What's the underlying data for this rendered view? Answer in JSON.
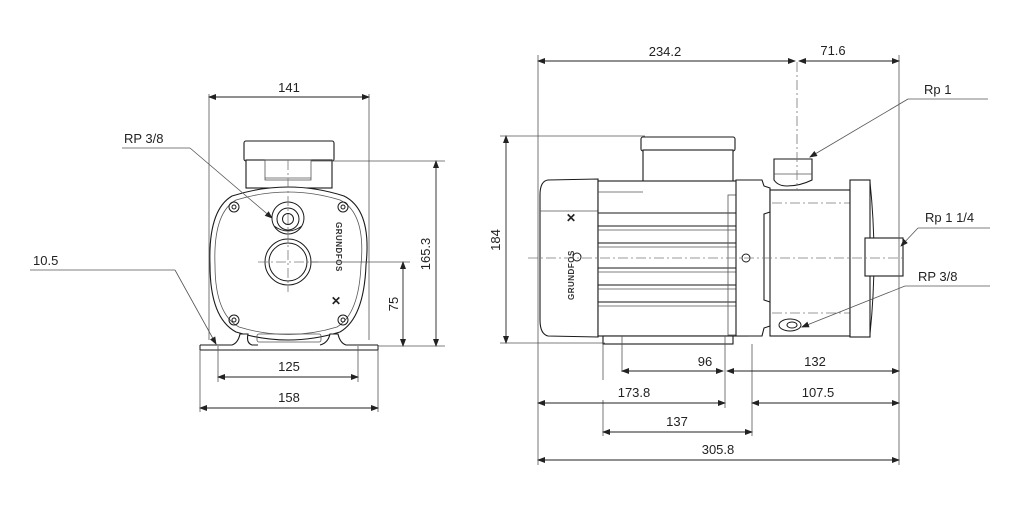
{
  "front_view": {
    "width_top": "141",
    "port_label": "RP 3/8",
    "foot_thickness": "10.5",
    "height_total": "165.3",
    "height_shaft": "75",
    "foot_hole_spacing": "125",
    "foot_width": "158",
    "brand": "GRUNDFOS"
  },
  "side_view": {
    "length_motor": "234.2",
    "length_pump": "71.6",
    "discharge_label": "Rp 1",
    "suction_label": "Rp 1 1/4",
    "drain_label": "RP 3/8",
    "height_total": "184",
    "dim_96": "96",
    "dim_132": "132",
    "dim_173_8": "173.8",
    "dim_107_5": "107.5",
    "dim_137": "137",
    "length_total": "305.8",
    "brand": "GRUNDFOS"
  }
}
